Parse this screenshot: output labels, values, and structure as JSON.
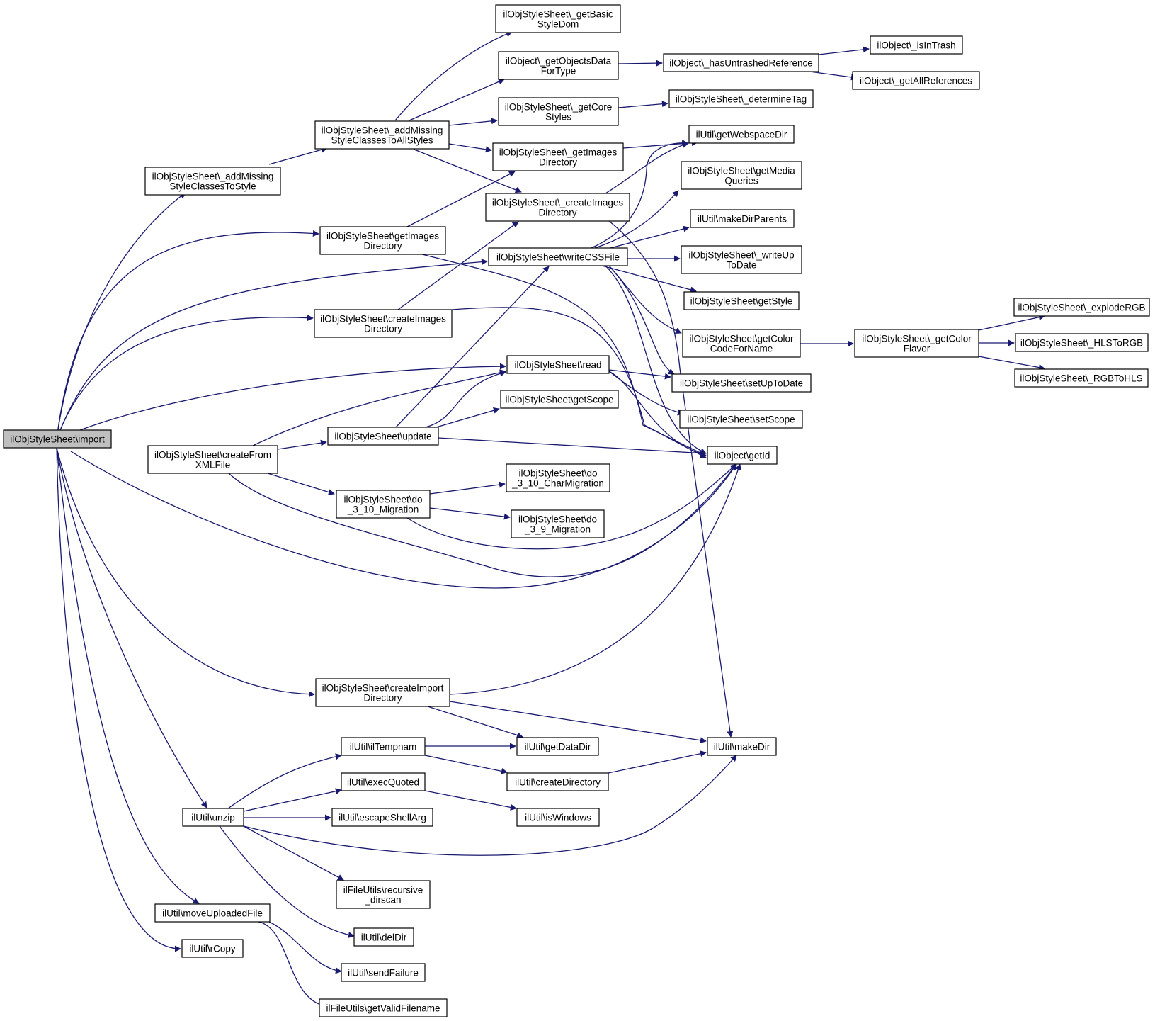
{
  "graph": {
    "edge_color": "#191970",
    "root_fill": "#bfbfbf",
    "nodes": [
      {
        "id": "import",
        "lines": [
          "ilObjStyleSheet\\import"
        ],
        "root": true
      },
      {
        "id": "addMissingStyle",
        "lines": [
          "ilObjStyleSheet\\_addMissing",
          "StyleClassesToStyle"
        ]
      },
      {
        "id": "addMissingAll",
        "lines": [
          "ilObjStyleSheet\\_addMissing",
          "StyleClassesToAllStyles"
        ]
      },
      {
        "id": "getBasicStyleDom",
        "lines": [
          "ilObjStyleSheet\\_getBasic",
          "StyleDom"
        ]
      },
      {
        "id": "getObjectsData",
        "lines": [
          "ilObject\\_getObjectsData",
          "ForType"
        ]
      },
      {
        "id": "hasUntrashed",
        "lines": [
          "ilObject\\_hasUntrashedReference"
        ]
      },
      {
        "id": "isInTrash",
        "lines": [
          "ilObject\\_isInTrash"
        ]
      },
      {
        "id": "getAllRefs",
        "lines": [
          "ilObject\\_getAllReferences"
        ]
      },
      {
        "id": "getCoreStyles",
        "lines": [
          "ilObjStyleSheet\\_getCore",
          "Styles"
        ]
      },
      {
        "id": "determineTag",
        "lines": [
          "ilObjStyleSheet\\_determineTag"
        ]
      },
      {
        "id": "_getImagesDir",
        "lines": [
          "ilObjStyleSheet\\_getImages",
          "Directory"
        ]
      },
      {
        "id": "getWebspaceDir",
        "lines": [
          "ilUtil\\getWebspaceDir"
        ]
      },
      {
        "id": "getMediaQueries",
        "lines": [
          "ilObjStyleSheet\\getMedia",
          "Queries"
        ]
      },
      {
        "id": "_createImagesDir",
        "lines": [
          "ilObjStyleSheet\\_createImages",
          "Directory"
        ]
      },
      {
        "id": "makeDirParents",
        "lines": [
          "ilUtil\\makeDirParents"
        ]
      },
      {
        "id": "getImagesDir",
        "lines": [
          "ilObjStyleSheet\\getImages",
          "Directory"
        ]
      },
      {
        "id": "writeCSSFile",
        "lines": [
          "ilObjStyleSheet\\writeCSSFile"
        ]
      },
      {
        "id": "writeUpToDate",
        "lines": [
          "ilObjStyleSheet\\_writeUp",
          "ToDate"
        ]
      },
      {
        "id": "getStyle",
        "lines": [
          "ilObjStyleSheet\\getStyle"
        ]
      },
      {
        "id": "explodeRGB",
        "lines": [
          "ilObjStyleSheet\\_explodeRGB"
        ]
      },
      {
        "id": "createImagesDir",
        "lines": [
          "ilObjStyleSheet\\createImages",
          "Directory"
        ]
      },
      {
        "id": "getColorCode",
        "lines": [
          "ilObjStyleSheet\\getColor",
          "CodeForName"
        ]
      },
      {
        "id": "getColorFlavor",
        "lines": [
          "ilObjStyleSheet\\_getColor",
          "Flavor"
        ]
      },
      {
        "id": "HLSToRGB",
        "lines": [
          "ilObjStyleSheet\\_HLSToRGB"
        ]
      },
      {
        "id": "read",
        "lines": [
          "ilObjStyleSheet\\read"
        ]
      },
      {
        "id": "setUpToDate",
        "lines": [
          "ilObjStyleSheet\\setUpToDate"
        ]
      },
      {
        "id": "RGBToHLS",
        "lines": [
          "ilObjStyleSheet\\_RGBToHLS"
        ]
      },
      {
        "id": "getScope",
        "lines": [
          "ilObjStyleSheet\\getScope"
        ]
      },
      {
        "id": "setScope",
        "lines": [
          "ilObjStyleSheet\\setScope"
        ]
      },
      {
        "id": "createFromXML",
        "lines": [
          "ilObjStyleSheet\\createFrom",
          "XMLFile"
        ]
      },
      {
        "id": "update",
        "lines": [
          "ilObjStyleSheet\\update"
        ]
      },
      {
        "id": "getId",
        "lines": [
          "ilObject\\getId"
        ]
      },
      {
        "id": "do310CharMig",
        "lines": [
          "ilObjStyleSheet\\do",
          "_3_10_CharMigration"
        ]
      },
      {
        "id": "do310Mig",
        "lines": [
          "ilObjStyleSheet\\do",
          "_3_10_Migration"
        ]
      },
      {
        "id": "do39Mig",
        "lines": [
          "ilObjStyleSheet\\do",
          "_3_9_Migration"
        ]
      },
      {
        "id": "createImportDir",
        "lines": [
          "ilObjStyleSheet\\createImport",
          "Directory"
        ]
      },
      {
        "id": "ilTempnam",
        "lines": [
          "ilUtil\\ilTempnam"
        ]
      },
      {
        "id": "getDataDir",
        "lines": [
          "ilUtil\\getDataDir"
        ]
      },
      {
        "id": "makeDir",
        "lines": [
          "ilUtil\\makeDir"
        ]
      },
      {
        "id": "execQuoted",
        "lines": [
          "ilUtil\\execQuoted"
        ]
      },
      {
        "id": "createDirectory",
        "lines": [
          "ilUtil\\createDirectory"
        ]
      },
      {
        "id": "unzip",
        "lines": [
          "ilUtil\\unzip"
        ]
      },
      {
        "id": "escapeShellArg",
        "lines": [
          "ilUtil\\escapeShellArg"
        ]
      },
      {
        "id": "isWindows",
        "lines": [
          "ilUtil\\isWindows"
        ]
      },
      {
        "id": "recursiveDirscan",
        "lines": [
          "ilFileUtils\\recursive",
          "_dirscan"
        ]
      },
      {
        "id": "moveUploaded",
        "lines": [
          "ilUtil\\moveUploadedFile"
        ]
      },
      {
        "id": "delDir",
        "lines": [
          "ilUtil\\delDir"
        ]
      },
      {
        "id": "rCopy",
        "lines": [
          "ilUtil\\rCopy"
        ]
      },
      {
        "id": "sendFailure",
        "lines": [
          "ilUtil\\sendFailure"
        ]
      },
      {
        "id": "getValidFilename",
        "lines": [
          "ilFileUtils\\getValidFilename"
        ]
      }
    ]
  }
}
